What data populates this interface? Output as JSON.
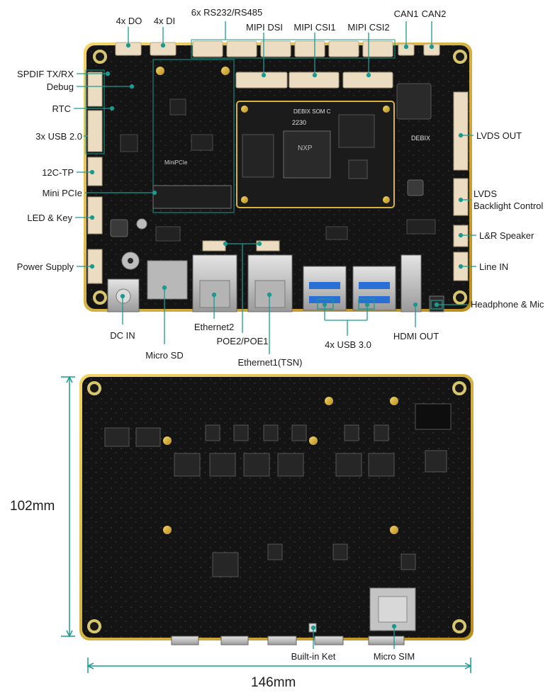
{
  "top_board": {
    "top_labels": [
      "4x DO",
      "4x DI",
      "6x RS232/RS485",
      "MIPI DSI",
      "MIPI CSI1",
      "MIPI CSI2",
      "CAN1",
      "CAN2"
    ],
    "left_labels": [
      "SPDIF TX/RX",
      "Debug",
      "RTC",
      "3x USB 2.0",
      "12C-TP",
      "Mini PCIe",
      "LED & Key",
      "Power Supply"
    ],
    "right_labels": [
      "LVDS OUT",
      "LVDS",
      "Backlight Control",
      "L&R Speaker",
      "Line IN",
      "Headphone & Mic"
    ],
    "bottom_labels": [
      "DC IN",
      "Micro SD",
      "Ethernet2",
      "POE2/POE1",
      "Ethernet1(TSN)",
      "4x USB 3.0",
      "HDMI OUT"
    ]
  },
  "bottom_board": {
    "labels": [
      "Built-in Ket",
      "Micro SIM"
    ]
  },
  "dimensions": {
    "height": "102mm",
    "width": "146mm"
  },
  "silkscreen": {
    "som": "DEBIX SOM C",
    "som_code": "2230",
    "brand": "DEBIX",
    "minipcie": "MiniPCIe",
    "chip": "NXP"
  },
  "colors": {
    "board": "#141414",
    "board_edge": "#d9b33c",
    "accent": "#1a9a8f",
    "connector": "#ecdcc2",
    "usb_blue": "#2a6fd6"
  }
}
